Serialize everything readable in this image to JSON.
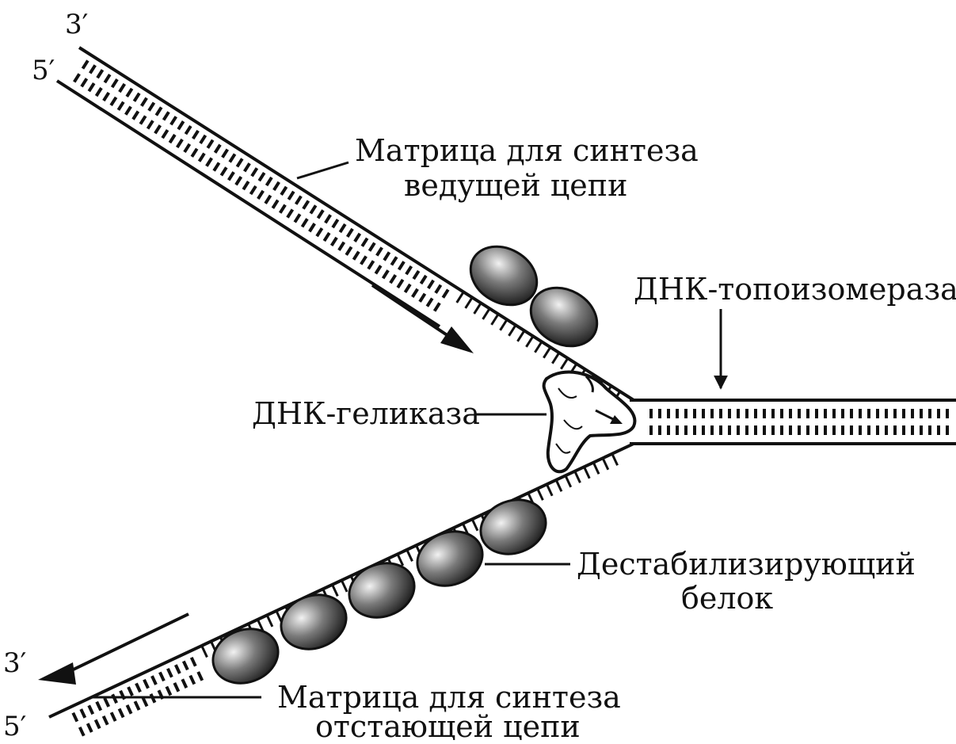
{
  "labels": {
    "leading_template_line1": "Матрица для синтеза",
    "leading_template_line2": "ведущей цепи",
    "topoisomerase": "ДНК-топоизомераза",
    "helicase": "ДНК-геликаза",
    "ssb_line1": "Дестабилизирующий",
    "ssb_line2": "белок",
    "lagging_template_line1": "Матрица для синтеза",
    "lagging_template_line2": "отстающей цепи"
  },
  "strand_ends": {
    "top_3": "3′",
    "top_5": "5′",
    "bottom_3": "3′",
    "bottom_5": "5′"
  },
  "colors": {
    "ink": "#111111",
    "background": "#ffffff"
  }
}
